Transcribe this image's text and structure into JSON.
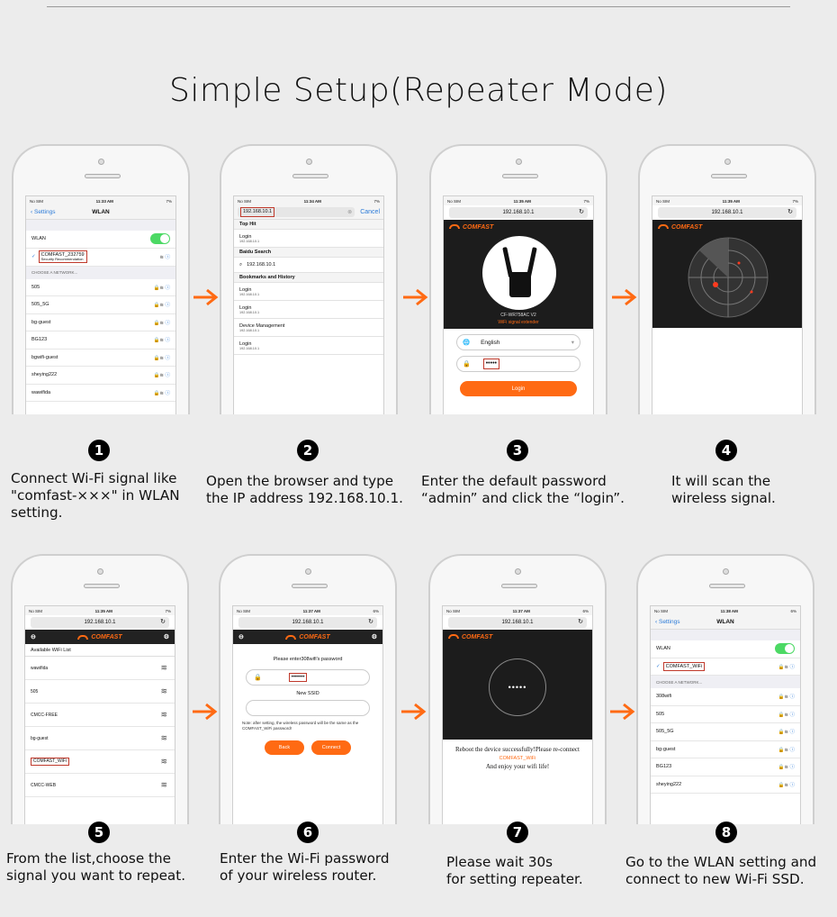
{
  "title": "Simple Setup(Repeater Mode)",
  "colors": {
    "accent": "#ff6a13",
    "ios_blue": "#2a7ad8",
    "toggle_green": "#4cd964",
    "highlight_red": "#c0392b"
  },
  "steps": [
    {
      "num": "1",
      "caption": "Connect Wi-Fi signal like\n\"comfast-×××\" in WLAN\nsetting.",
      "status": {
        "carrier": "No SIM",
        "time": "11:33 AM",
        "battery": "7%"
      },
      "nav": {
        "back": "Settings",
        "title": "WLAN"
      },
      "wlan_label": "WLAN",
      "connected": {
        "name": "COMFAST_232759",
        "sub": "Security Recommendation"
      },
      "section": "CHOOSE A NETWORK...",
      "networks": [
        "505",
        "505_5G",
        "bg-guest",
        "BG123",
        "bgwifi-guest",
        "sheying222",
        "wawifida"
      ]
    },
    {
      "num": "2",
      "caption": "Open the browser and type\nthe IP address 192.168.10.1.",
      "status": {
        "carrier": "No SIM",
        "time": "11:34 AM",
        "battery": "7%"
      },
      "url": "192.168.10.1",
      "cancel": "Cancel",
      "items": [
        {
          "type": "head",
          "text": "Top Hit"
        },
        {
          "type": "item",
          "text": "Login",
          "sub": "192.168.10.1"
        },
        {
          "type": "head",
          "text": "Baidu Search"
        },
        {
          "type": "search",
          "text": "192.168.10.1"
        },
        {
          "type": "head",
          "text": "Bookmarks and History"
        },
        {
          "type": "item",
          "text": "Login",
          "sub": "192.168.10.1"
        },
        {
          "type": "item",
          "text": "Login",
          "sub": "192.168.10.1"
        },
        {
          "type": "item",
          "text": "Device Management",
          "sub": "192.168.10.1"
        },
        {
          "type": "item",
          "text": "Login",
          "sub": "192.168.10.1"
        }
      ]
    },
    {
      "num": "3",
      "caption": "Enter the default password\n“admin” and click the “login”.",
      "status": {
        "carrier": "No SIM",
        "time": "11:35 AM",
        "battery": "7%"
      },
      "url": "192.168.10.1",
      "brand": "COMFAST",
      "model": "CF-WR758AC V2",
      "subtitle": "WiFi signal extender",
      "language": "English",
      "password": "•••••",
      "login": "Login"
    },
    {
      "num": "4",
      "caption": "It will scan the\nwireless signal.",
      "status": {
        "carrier": "No SIM",
        "time": "11:35 AM",
        "battery": "7%"
      },
      "url": "192.168.10.1",
      "brand": "COMFAST"
    },
    {
      "num": "5",
      "caption": "From the list,choose the\nsignal you want to repeat.",
      "status": {
        "carrier": "No SIM",
        "time": "11:35 AM",
        "battery": "7%"
      },
      "url": "192.168.10.1",
      "brand": "COMFAST",
      "list_title": "Available WiFi List",
      "networks": [
        "wawifida",
        "505",
        "CMCC-FREE",
        "bg-guest",
        "COMFAST_WiFi",
        "CMCC-WEB"
      ],
      "highlight": "COMFAST_WiFi"
    },
    {
      "num": "6",
      "caption": "Enter the Wi-Fi password\nof your wireless router.",
      "status": {
        "carrier": "No SIM",
        "time": "11:37 AM",
        "battery": "6%"
      },
      "url": "192.168.10.1",
      "brand": "COMFAST",
      "prompt": "Please enter308wifi's password",
      "password": "•••••••",
      "ssid_label": "New SSID",
      "note": "Note: after setting, the wireless password will be the same as the COMFAST_WiFi password!",
      "back": "Back",
      "connect": "Connect"
    },
    {
      "num": "7",
      "caption": "Please wait 30s\nfor setting repeater.",
      "status": {
        "carrier": "No SIM",
        "time": "11:37 AM",
        "battery": "6%"
      },
      "url": "192.168.10.1",
      "brand": "COMFAST",
      "dots": "•••••",
      "msg1": "Reboot the device successfully!Please re-connect",
      "ssid": "COMFAST_WiFi",
      "msg2": "And enjoy your wifi life!"
    },
    {
      "num": "8",
      "caption": "Go to the WLAN setting and\nconnect to new Wi-Fi SSD.",
      "status": {
        "carrier": "No SIM",
        "time": "11:38 AM",
        "battery": "6%"
      },
      "nav": {
        "back": "Settings",
        "title": "WLAN"
      },
      "wlan_label": "WLAN",
      "connected": "COMFAST_WiFi",
      "section": "CHOOSE A NETWORK...",
      "networks": [
        "308wifi",
        "505",
        "505_5G",
        "bg-guest",
        "BG123",
        "sheying222"
      ]
    }
  ]
}
